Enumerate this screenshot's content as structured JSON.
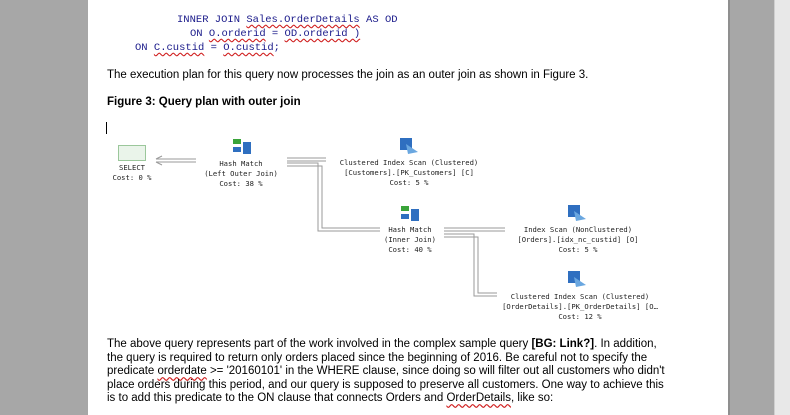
{
  "code": {
    "line1_pre": "INNER JOIN ",
    "line1_ref": "Sales.OrderDetails",
    "line1_post": " AS OD",
    "line2_pre": "ON ",
    "line2_a": "O.orderid",
    "line2_mid": " = ",
    "line2_b": "OD.orderid )",
    "line3_pre": "ON ",
    "line3_a": "C.custid",
    "line3_mid": " = ",
    "line3_b": "O.custid",
    "line3_post": ";"
  },
  "intro_text": "The execution plan for this query now processes the join as an outer join as shown in Figure 3.",
  "figure_caption": "Figure 3: Query plan with outer join",
  "plan": {
    "select": {
      "line1": "SELECT",
      "line2": "Cost: 0 %"
    },
    "hash_outer": {
      "line1": "Hash Match",
      "line2": "(Left Outer Join)",
      "line3": "Cost: 38 %"
    },
    "ci_scan_customers": {
      "line1": "Clustered Index Scan (Clustered)",
      "line2": "[Customers].[PK_Customers] [C]",
      "line3": "Cost: 5 %"
    },
    "hash_inner": {
      "line1": "Hash Match",
      "line2": "(Inner Join)",
      "line3": "Cost: 40 %"
    },
    "index_scan_orders": {
      "line1": "Index Scan (NonClustered)",
      "line2": "[Orders].[idx_nc_custid] [O]",
      "line3": "Cost: 5 %"
    },
    "ci_scan_details": {
      "line1": "Clustered Index Scan (Clustered)",
      "line2": "[OrderDetails].[PK_OrderDetails] [O…",
      "line3": "Cost: 12 %"
    }
  },
  "para": {
    "l1_pre": "The above query represents part of the work involved in the complex sample query ",
    "l1_bold": "[BG: Link?]",
    "l1_post": ". In addition,",
    "l2": "the query is required to return only orders placed since the beginning of 2016. Be careful not to specify the",
    "l3_pre": "predicate ",
    "l3_word": "orderdate",
    "l3_post": " >= '20160101' in the WHERE clause, since doing so will filter out all customers who didn't",
    "l4": "place orders during this period, and our query is supposed to preserve all customers. One way to achieve this",
    "l5_pre": "is to add this predicate to the ON clause that connects Orders and ",
    "l5_word": "OrderDetails",
    "l5_post": ", like so:"
  },
  "colors": {
    "page_bg": "#ffffff",
    "desktop_bg": "#a7a7a7",
    "code_text": "#1a1a8a",
    "squiggle": "#d02020",
    "icon_blue": "#2f6fc0",
    "icon_green": "#3aa43a"
  }
}
